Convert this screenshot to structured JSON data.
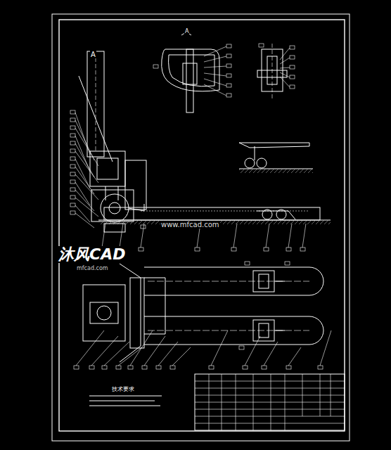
{
  "diagram": {
    "labels": [
      "A",
      "A",
      "www.mfcad.com",
      "沐风CAD",
      "mfcad.com",
      "技术要求"
    ]
  }
}
